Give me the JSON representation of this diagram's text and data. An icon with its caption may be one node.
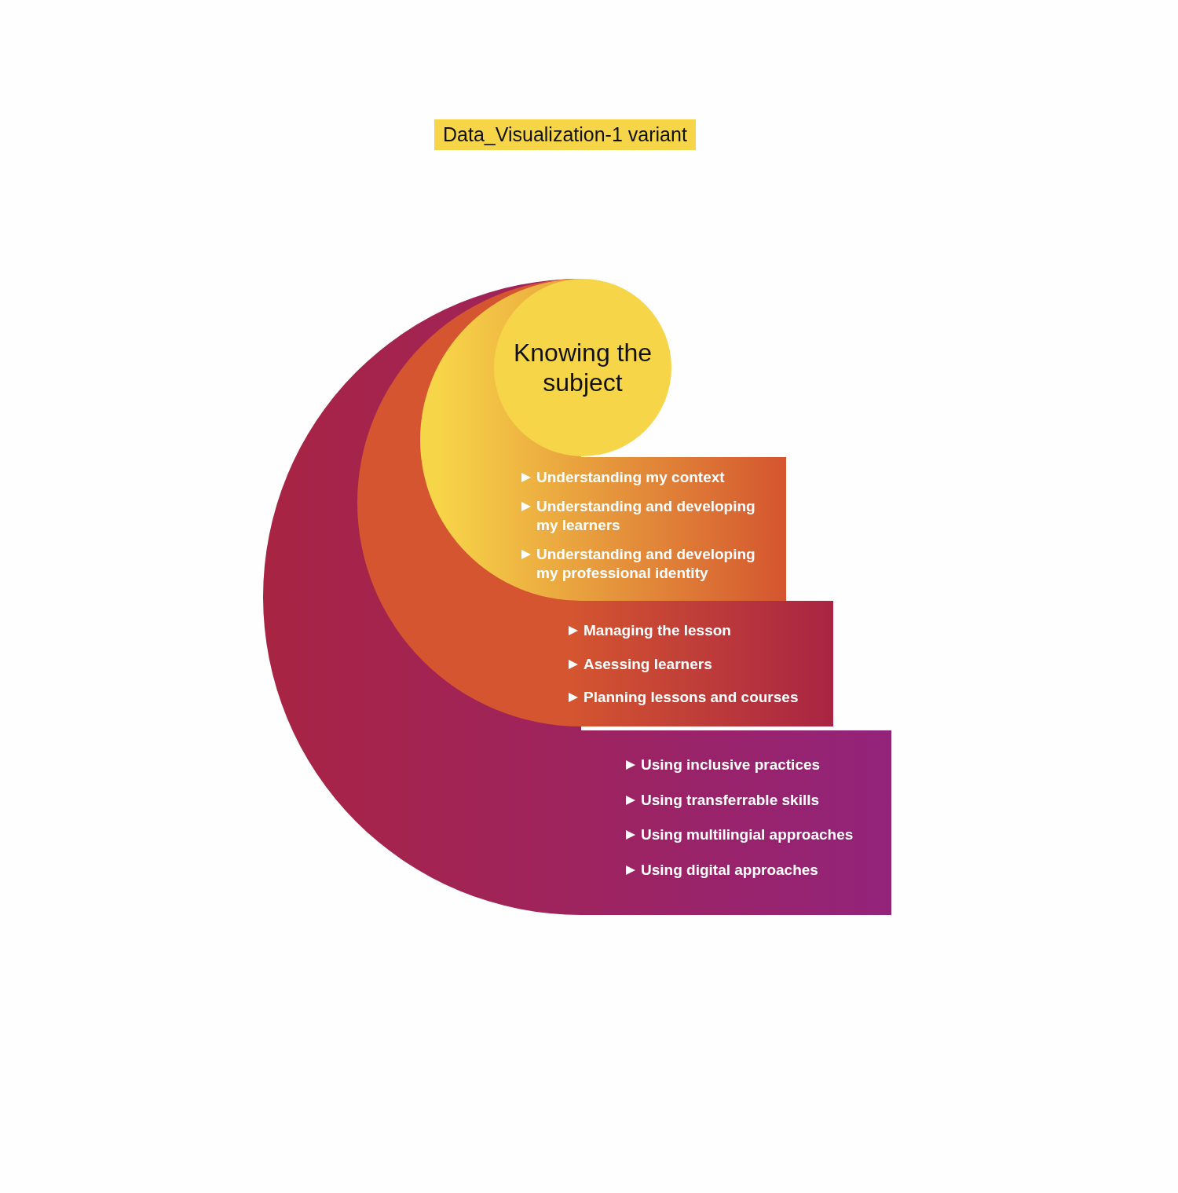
{
  "diagram": {
    "title": "Data_Visualization-1 variant",
    "nodes": [
      {
        "text": [
          "Using inclusive practices",
          "Using transferrable skills",
          "Using multilingial approaches",
          "Using digital approaches"
        ]
      },
      {
        "text": [
          "Managing the lesson",
          "Asessing learners",
          "Planning lessons and courses"
        ],
        "in": 0
      },
      {
        "text": [
          "Understanding my context",
          "Understanding and developing my learners",
          "Understanding and developing my professional identity"
        ],
        "in": 1
      },
      {
        "text": [
          "Knowing the subject"
        ],
        "in": 2
      }
    ]
  }
}
